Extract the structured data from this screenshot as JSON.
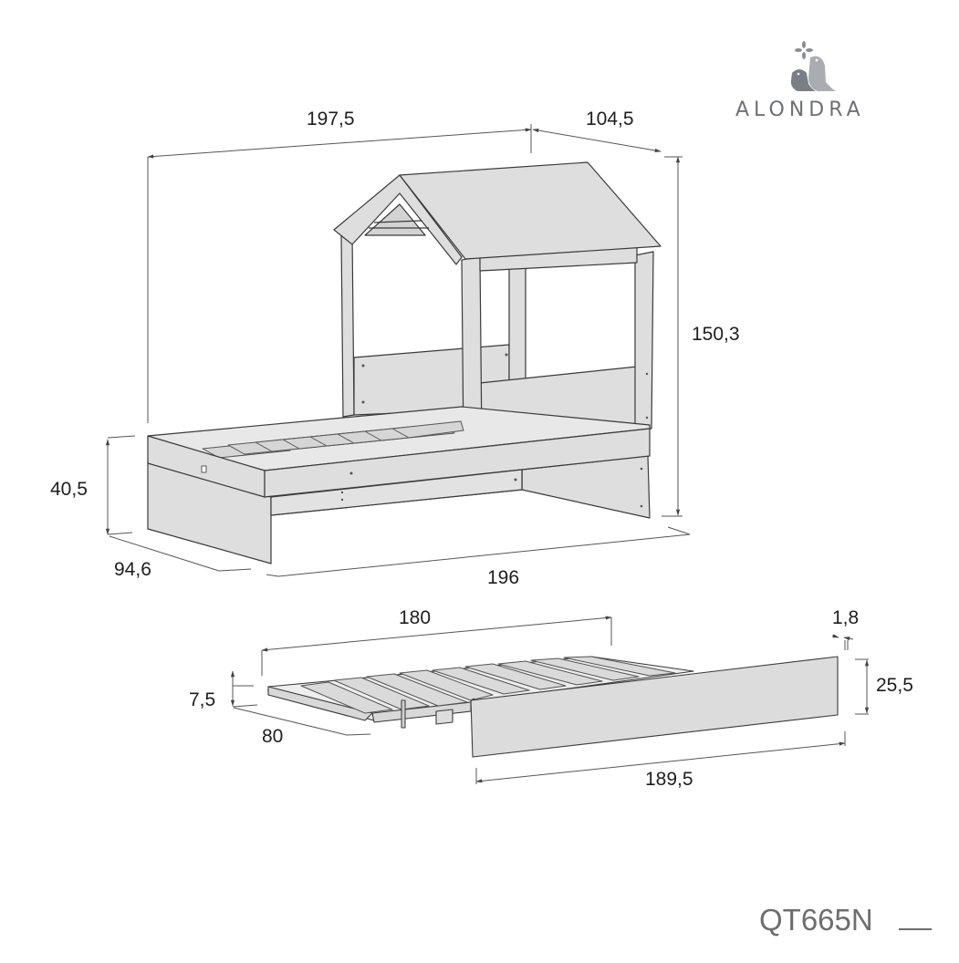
{
  "brand": {
    "name": "ALONDRA",
    "logo_icon": "two-birds-with-flower-icon",
    "colors": {
      "dark_bird": "#7a7f85",
      "light_bird": "#a9adb1",
      "text": "#6d7177"
    }
  },
  "product": {
    "code": "QT665N"
  },
  "drawing": {
    "colors": {
      "panel_fill": "#dedede",
      "outline": "#3a3a3a",
      "dim_line": "#555555",
      "label": "#1e1e1e"
    },
    "main_bed": {
      "description": "House-style single bed with roof canopy, slatted base",
      "dimensions": {
        "total_length": "197,5",
        "roof_depth": "104,5",
        "total_height": "150,3",
        "bed_height": "40,5",
        "width": "94,6",
        "base_length": "196"
      }
    },
    "trundle": {
      "description": "Pull-out trundle slatted frame with front panel",
      "dimensions": {
        "frame_length": "180",
        "panel_thickness": "1,8",
        "frame_height": "7,5",
        "panel_height": "25,5",
        "frame_width": "80",
        "panel_length": "189,5"
      }
    }
  }
}
